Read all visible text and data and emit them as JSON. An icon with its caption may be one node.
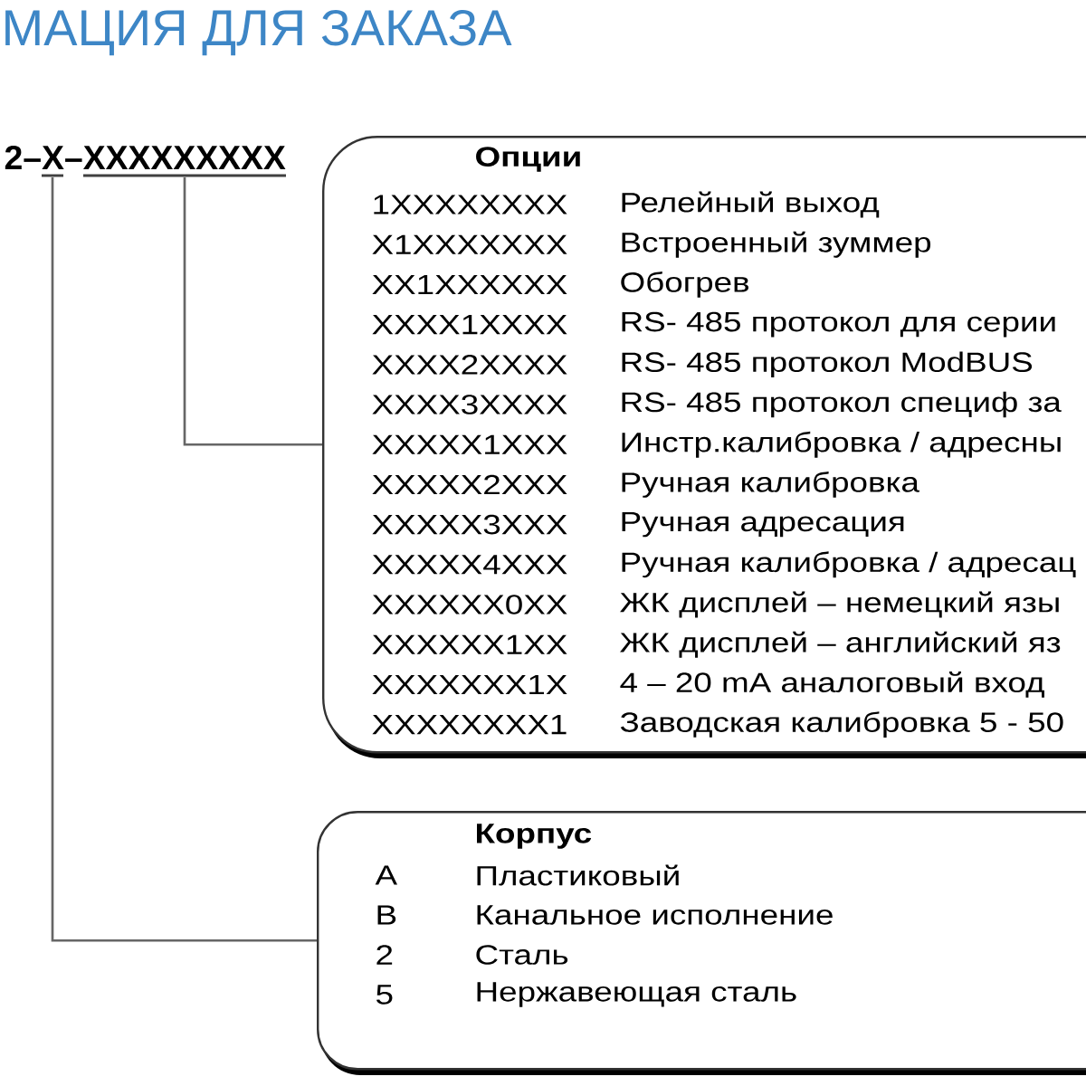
{
  "diagram": {
    "title": "МАЦИЯ ДЛЯ ЗАКАЗА",
    "nodes": [
      {
        "text": [
          "2–X–XXXXXXXXX"
        ]
      },
      {
        "text": [],
        "shape": "bar"
      },
      {
        "text": [],
        "shape": "bar"
      },
      {
        "text": [
          "Опции",
          "1XXXXXXXX",
          "Релейный выход",
          "X1XXXXXXX",
          "Встроенный зуммер",
          "XX1XXXXXX",
          "Обогрев",
          "XXXX1XXXX",
          "RS- 485 протокол для серии",
          "XXXX2XXXX",
          "RS- 485 протокол ModBUS",
          "XXXX3XXXX",
          "RS- 485 протокол специф за",
          "XXXXX1XXX",
          "Инстр.калибровка / адресны",
          "XXXXX2XXX",
          "Ручная калибровка",
          "XXXXX3XXX",
          "Ручная адресация",
          "XXXXX4XXX",
          "Ручная калибровка / адресац",
          "XXXXXX0XX",
          "ЖК дисплей – немецкий язы",
          "XXXXXX1XX",
          "ЖК дисплей – английский яз",
          "XXXXXXX1X",
          "4 – 20 mA  аналоговый вход",
          "XXXXXXXX1",
          "Заводская калибровка 5 - 50"
        ]
      },
      {
        "text": [
          "Корпус",
          "A",
          "Пластиковый",
          "B",
          "Канальное исполнение",
          "2",
          "Сталь",
          "5",
          "Нержавеющая сталь"
        ]
      }
    ],
    "edges": [
      {
        "from": 2,
        "to": 3,
        "arrow": "none"
      },
      {
        "from": 1,
        "to": 4,
        "arrow": "none"
      }
    ]
  }
}
